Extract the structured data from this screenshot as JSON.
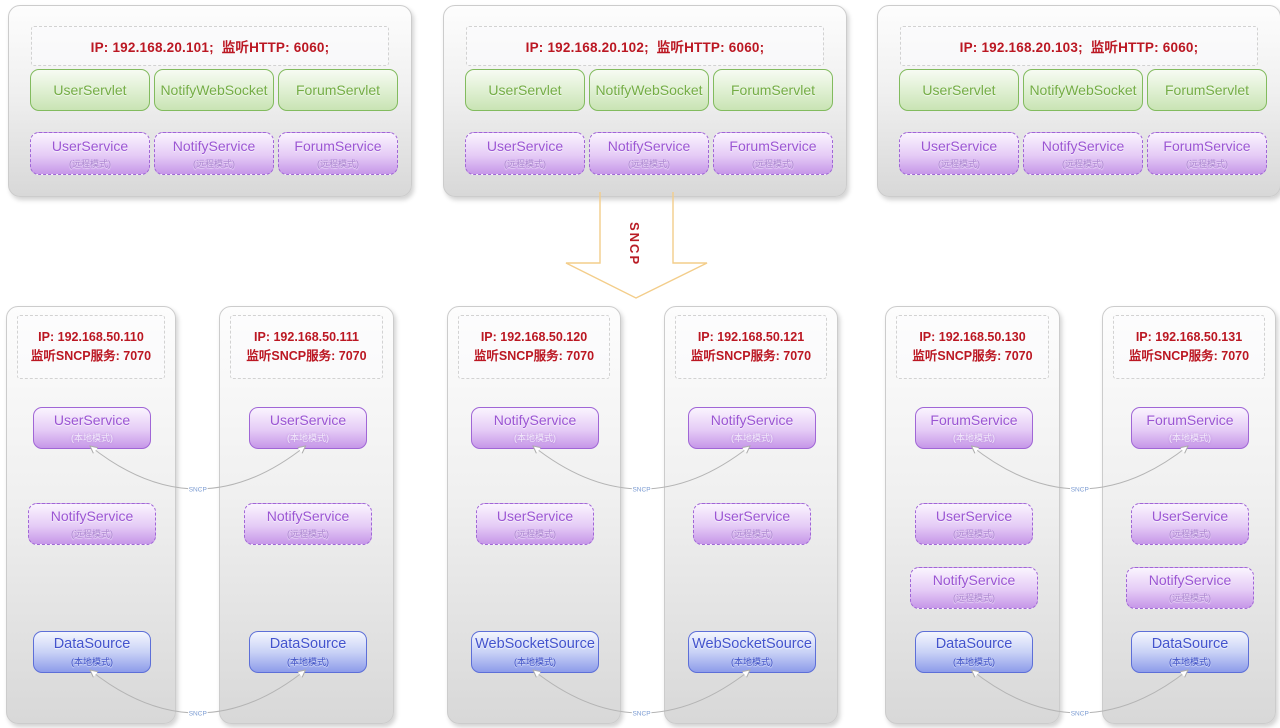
{
  "http_servers": [
    {
      "ip": "IP: 192.168.20.101;  监听HTTP: 6060;",
      "servlets": [
        "UserServlet",
        "NotifyWebSocket",
        "ForumServlet"
      ],
      "services": [
        {
          "name": "UserService",
          "mode": "(远程模式)"
        },
        {
          "name": "NotifyService",
          "mode": "(远程模式)"
        },
        {
          "name": "ForumService",
          "mode": "(远程模式)"
        }
      ]
    },
    {
      "ip": "IP: 192.168.20.102;  监听HTTP: 6060;",
      "servlets": [
        "UserServlet",
        "NotifyWebSocket",
        "ForumServlet"
      ],
      "services": [
        {
          "name": "UserService",
          "mode": "(远程模式)"
        },
        {
          "name": "NotifyService",
          "mode": "(远程模式)"
        },
        {
          "name": "ForumService",
          "mode": "(远程模式)"
        }
      ]
    },
    {
      "ip": "IP: 192.168.20.103;  监听HTTP: 6060;",
      "servlets": [
        "UserServlet",
        "NotifyWebSocket",
        "ForumServlet"
      ],
      "services": [
        {
          "name": "UserService",
          "mode": "(远程模式)"
        },
        {
          "name": "NotifyService",
          "mode": "(远程模式)"
        },
        {
          "name": "ForumService",
          "mode": "(远程模式)"
        }
      ]
    }
  ],
  "sncp_arrow": {
    "label": "SNCP"
  },
  "sncp_nodes": [
    {
      "ip": "IP: 192.168.50.110",
      "listen": "监听SNCP服务: 7070",
      "services": [
        {
          "name": "UserService",
          "mode": "(本地模式)",
          "kind": "svc-local"
        },
        {
          "name": "NotifyService",
          "mode": "(远程模式)",
          "kind": "svc-remote"
        },
        {
          "name": "DataSource",
          "mode": "(本地模式)",
          "kind": "source"
        }
      ]
    },
    {
      "ip": "IP: 192.168.50.111",
      "listen": "监听SNCP服务: 7070",
      "services": [
        {
          "name": "UserService",
          "mode": "(本地模式)",
          "kind": "svc-local"
        },
        {
          "name": "NotifyService",
          "mode": "(远程模式)",
          "kind": "svc-remote"
        },
        {
          "name": "DataSource",
          "mode": "(本地模式)",
          "kind": "source"
        }
      ]
    },
    {
      "ip": "IP: 192.168.50.120",
      "listen": "监听SNCP服务: 7070",
      "services": [
        {
          "name": "NotifyService",
          "mode": "(本地模式)",
          "kind": "svc-local"
        },
        {
          "name": "UserService",
          "mode": "(远程模式)",
          "kind": "svc-remote"
        },
        {
          "name": "WebSocketSource",
          "mode": "(本地模式)",
          "kind": "source"
        }
      ]
    },
    {
      "ip": "IP: 192.168.50.121",
      "listen": "监听SNCP服务: 7070",
      "services": [
        {
          "name": "NotifyService",
          "mode": "(本地模式)",
          "kind": "svc-local"
        },
        {
          "name": "UserService",
          "mode": "(远程模式)",
          "kind": "svc-remote"
        },
        {
          "name": "WebSocketSource",
          "mode": "(本地模式)",
          "kind": "source"
        }
      ]
    },
    {
      "ip": "IP: 192.168.50.130",
      "listen": "监听SNCP服务: 7070",
      "services": [
        {
          "name": "ForumService",
          "mode": "(本地模式)",
          "kind": "svc-local"
        },
        {
          "name": "UserService",
          "mode": "(远程模式)",
          "kind": "svc-remote"
        },
        {
          "name": "NotifyService",
          "mode": "(远程模式)",
          "kind": "svc-remote"
        },
        {
          "name": "DataSource",
          "mode": "(本地模式)",
          "kind": "source"
        }
      ]
    },
    {
      "ip": "IP: 192.168.50.131",
      "listen": "监听SNCP服务: 7070",
      "services": [
        {
          "name": "ForumService",
          "mode": "(本地模式)",
          "kind": "svc-local"
        },
        {
          "name": "UserService",
          "mode": "(远程模式)",
          "kind": "svc-remote"
        },
        {
          "name": "NotifyService",
          "mode": "(远程模式)",
          "kind": "svc-remote"
        },
        {
          "name": "DataSource",
          "mode": "(本地模式)",
          "kind": "source"
        }
      ]
    }
  ],
  "connectors": [
    {
      "label": "SNCP",
      "from": 0,
      "to": 1,
      "row": "service"
    },
    {
      "label": "SNCP",
      "from": 0,
      "to": 1,
      "row": "source"
    },
    {
      "label": "SNCP",
      "from": 2,
      "to": 3,
      "row": "service"
    },
    {
      "label": "SNCP",
      "from": 2,
      "to": 3,
      "row": "source"
    },
    {
      "label": "SNCP",
      "from": 4,
      "to": 5,
      "row": "service"
    },
    {
      "label": "SNCP",
      "from": 4,
      "to": 5,
      "row": "source"
    }
  ],
  "colors": {
    "ip_text": "#bb1722",
    "servlet_green": "#74ad45",
    "service_purple": "#9b55d3",
    "source_blue": "#4353cd",
    "arrow_gold": "#f3cd8a",
    "connector_gray": "#b4b4b4",
    "connector_label_blue": "#7b9bd2"
  }
}
